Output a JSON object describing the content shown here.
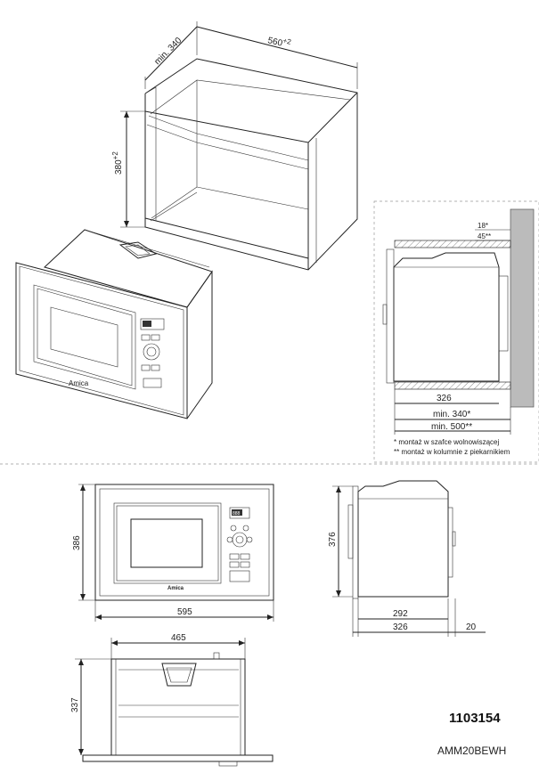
{
  "iso_cabinet": {
    "depth_label": "min. 340",
    "width_label": "560",
    "width_tol": "+2",
    "height_label": "380",
    "height_tol": "+2"
  },
  "side_install": {
    "top_18": "18*",
    "top_45": "45**",
    "d326": "326",
    "min340": "min. 340*",
    "min500": "min. 500**",
    "note1": "*   montaż w szafce wolnowiszącej",
    "note2": "** montaż w kolumnie z piekarnikiem"
  },
  "front_view": {
    "height": "386",
    "width": "595",
    "brand": "Amica",
    "display": "888"
  },
  "side_view": {
    "height": "376",
    "d292": "292",
    "d326": "326",
    "d20": "20"
  },
  "top_view": {
    "width": "465",
    "depth": "337"
  },
  "product": {
    "code": "1103154",
    "model": "AMM20BEWH"
  }
}
